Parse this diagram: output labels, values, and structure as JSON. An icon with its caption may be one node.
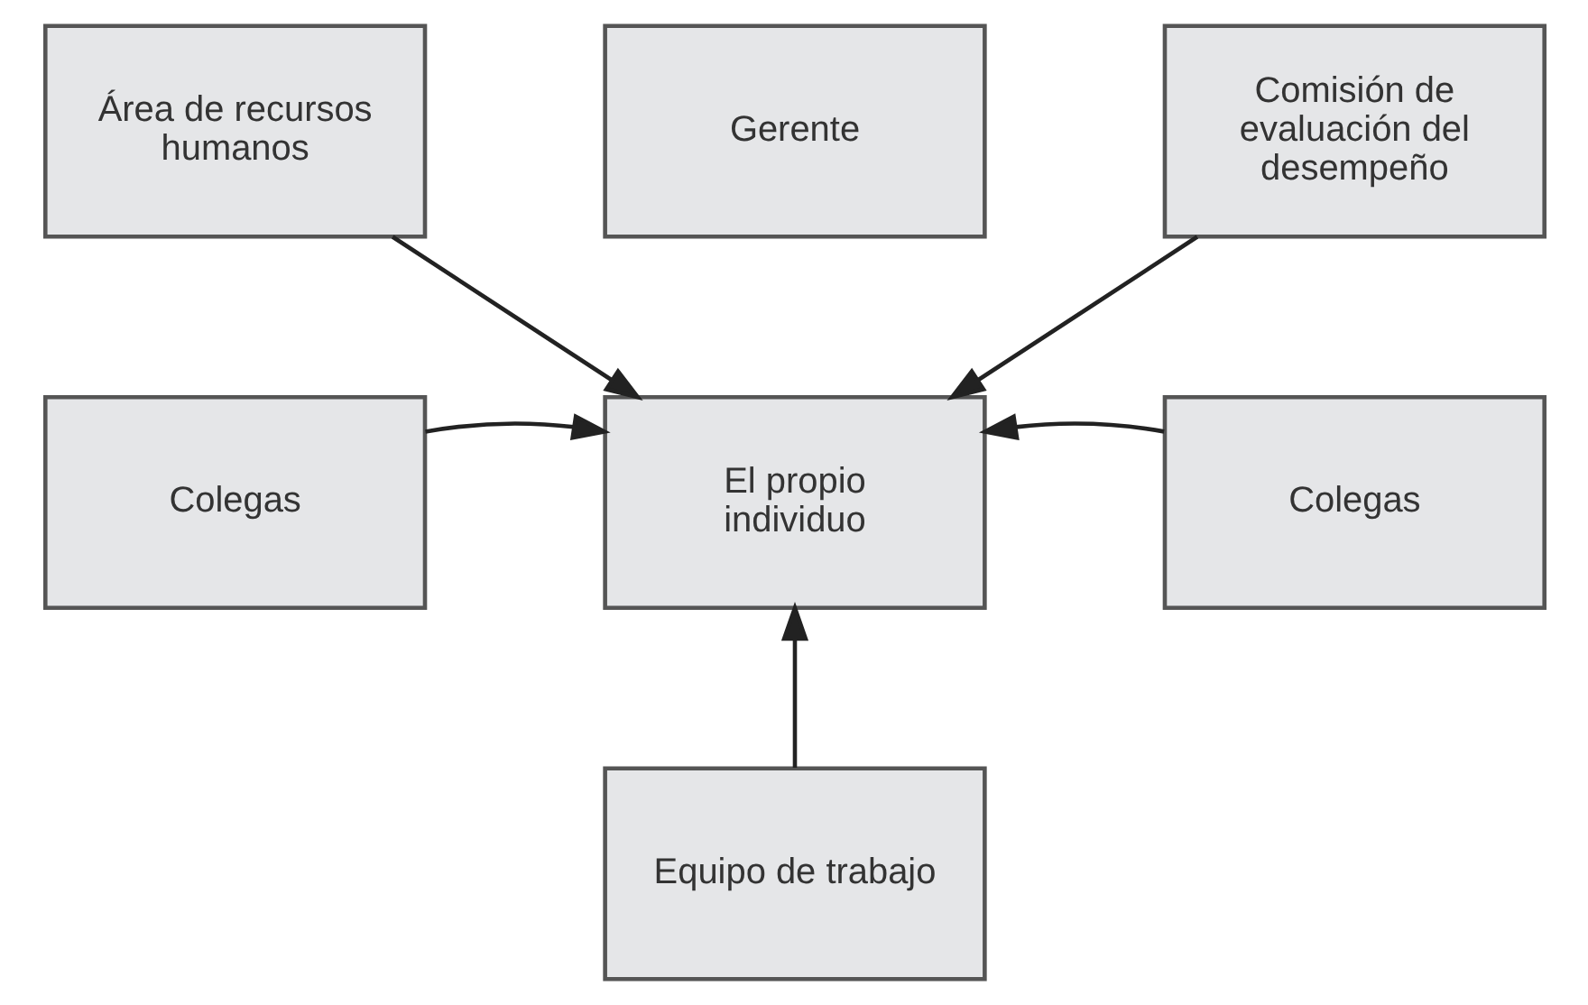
{
  "diagram": {
    "nodes": [
      {
        "text": [
          "Área de recursos humanos"
        ]
      },
      {
        "text": [
          "Gerente"
        ]
      },
      {
        "text": [
          "Comisión de evaluación del desempeño"
        ]
      },
      {
        "text": [
          "Colegas"
        ]
      },
      {
        "text": [
          "El propio individuo"
        ]
      },
      {
        "text": [
          "Colegas"
        ]
      },
      {
        "text": [
          "Equipo de trabajo"
        ]
      }
    ],
    "edges": [
      {
        "from": 0,
        "to": 4,
        "arrow": "to"
      },
      {
        "from": 2,
        "to": 4,
        "arrow": "to"
      },
      {
        "from": 3,
        "to": 4,
        "arrow": "to"
      },
      {
        "from": 5,
        "to": 4,
        "arrow": "to"
      },
      {
        "from": 6,
        "to": 4,
        "arrow": "to"
      }
    ]
  }
}
